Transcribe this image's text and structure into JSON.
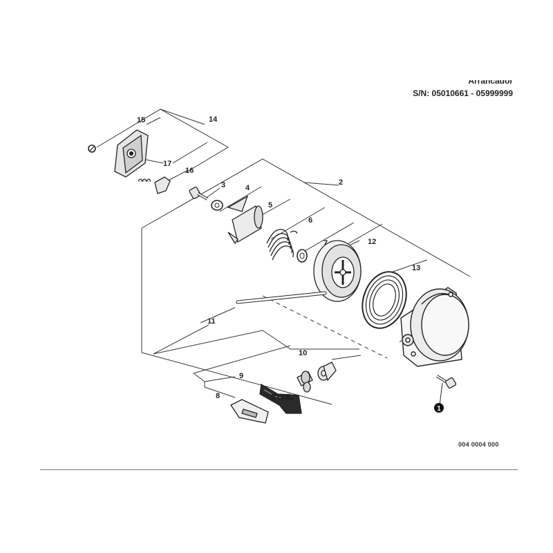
{
  "header": {
    "title": "Arrancador",
    "serial": "S/N: 05010661 - 05999999"
  },
  "drawing_code": "004 0004 000",
  "callouts": [
    "15",
    "14",
    "17",
    "16",
    "3",
    "4",
    "2",
    "5",
    "6",
    "7",
    "12",
    "13",
    "11",
    "10",
    "9",
    "8",
    "1"
  ],
  "handle_marking": "STIHL"
}
